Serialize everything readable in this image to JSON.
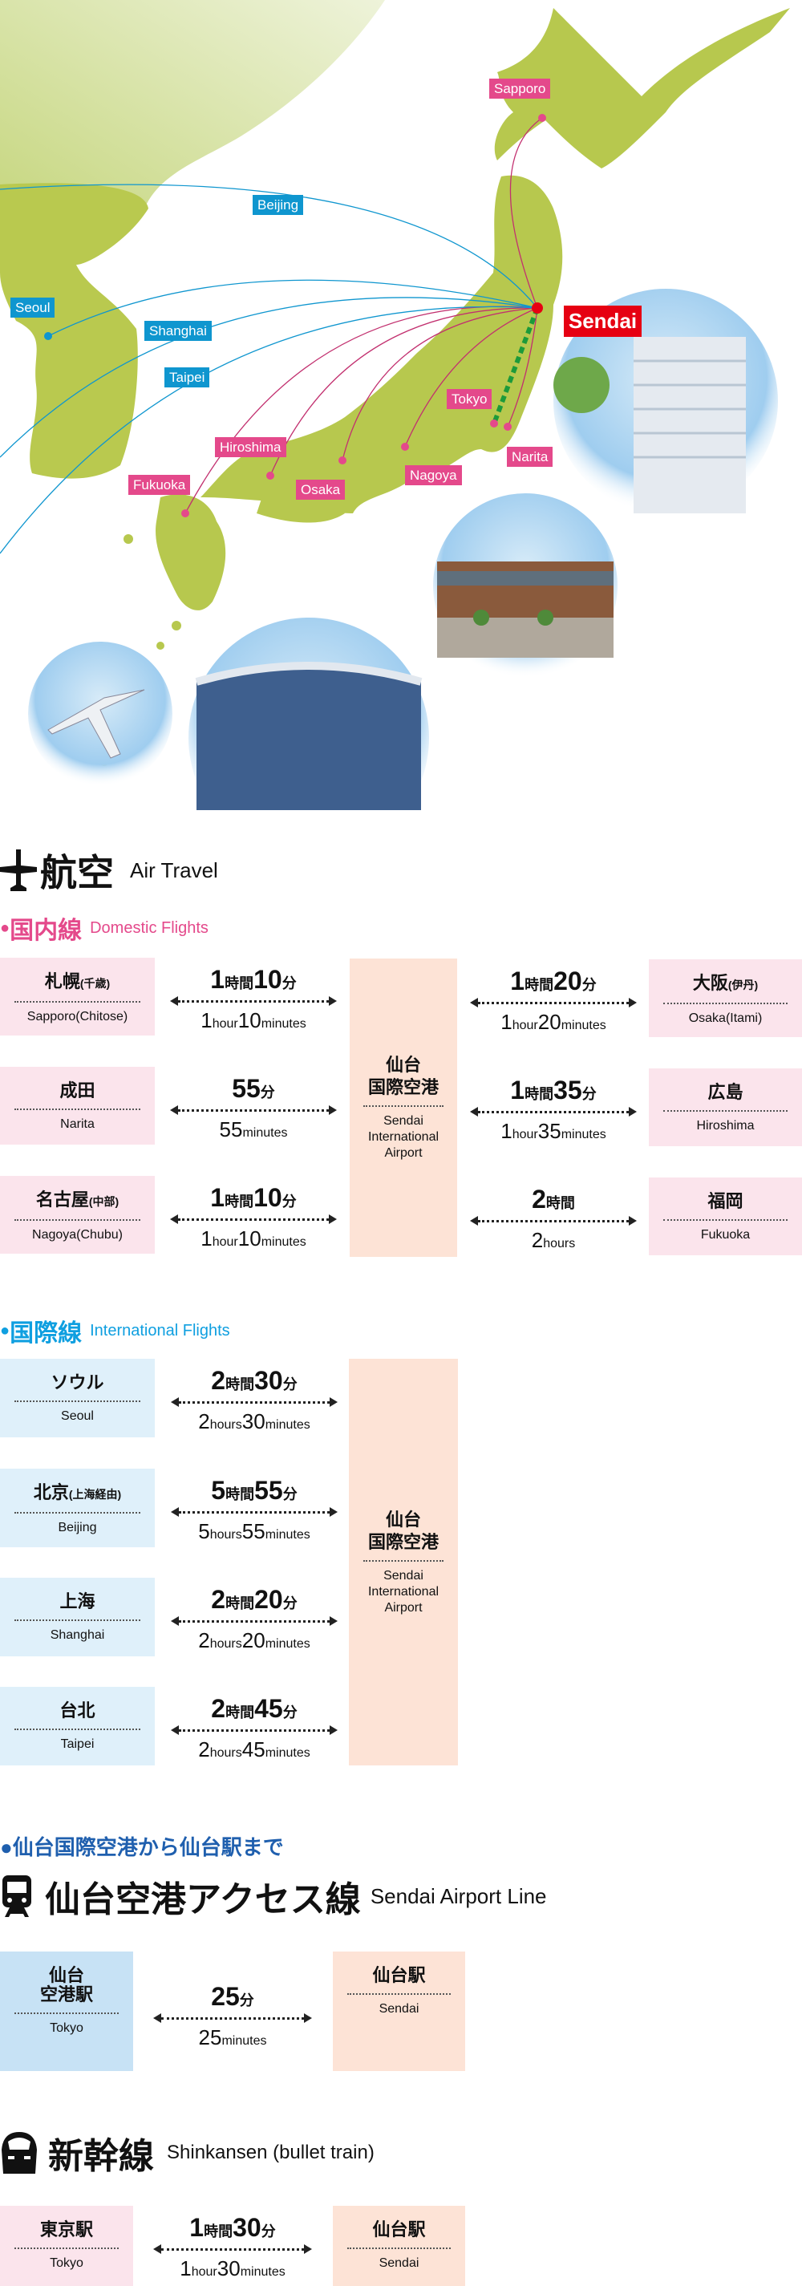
{
  "map": {
    "hub_label": "Sendai",
    "cities": {
      "sapporo": "Sapporo",
      "tokyo": "Tokyo",
      "narita": "Narita",
      "nagoya": "Nagoya",
      "osaka": "Osaka",
      "hiroshima": "Hiroshima",
      "fukuoka": "Fukuoka",
      "beijing": "Beijing",
      "seoul": "Seoul",
      "shanghai": "Shanghai",
      "taipei": "Taipei"
    },
    "colors": {
      "domestic": "#e4498b",
      "international": "#0f96cf",
      "land": "#b7c84e",
      "hub": "#e60012"
    }
  },
  "air": {
    "title_ja": "航空",
    "title_en": "Air Travel"
  },
  "domestic": {
    "title_ja": "国内線",
    "title_en": "Domestic Flights",
    "hub": {
      "ja1": "仙台",
      "ja2": "国際空港",
      "en": "Sendai International Airport"
    },
    "left": [
      {
        "ja": "札幌",
        "ja_sub": "(千歳)",
        "en": "Sapporo(Chitose)",
        "ja_dur": [
          [
            "1",
            "時間"
          ],
          [
            "10",
            "分"
          ]
        ],
        "en_dur": [
          [
            "1",
            "hour"
          ],
          [
            "10",
            "minutes"
          ]
        ]
      },
      {
        "ja": "成田",
        "ja_sub": "",
        "en": "Narita",
        "ja_dur": [
          [
            "55",
            "分"
          ]
        ],
        "en_dur": [
          [
            "55",
            "minutes"
          ]
        ]
      },
      {
        "ja": "名古屋",
        "ja_sub": "(中部)",
        "en": "Nagoya(Chubu)",
        "ja_dur": [
          [
            "1",
            "時間"
          ],
          [
            "10",
            "分"
          ]
        ],
        "en_dur": [
          [
            "1",
            "hour"
          ],
          [
            "10",
            "minutes"
          ]
        ]
      }
    ],
    "right": [
      {
        "ja": "大阪",
        "ja_sub": "(伊丹)",
        "en": "Osaka(Itami)",
        "ja_dur": [
          [
            "1",
            "時間"
          ],
          [
            "20",
            "分"
          ]
        ],
        "en_dur": [
          [
            "1",
            "hour"
          ],
          [
            "20",
            "minutes"
          ]
        ]
      },
      {
        "ja": "広島",
        "ja_sub": "",
        "en": "Hiroshima",
        "ja_dur": [
          [
            "1",
            "時間"
          ],
          [
            "35",
            "分"
          ]
        ],
        "en_dur": [
          [
            "1",
            "hour"
          ],
          [
            "35",
            "minutes"
          ]
        ]
      },
      {
        "ja": "福岡",
        "ja_sub": "",
        "en": "Fukuoka",
        "ja_dur": [
          [
            "2",
            "時間"
          ]
        ],
        "en_dur": [
          [
            "2",
            "hours"
          ]
        ]
      }
    ]
  },
  "international": {
    "title_ja": "国際線",
    "title_en": "International Flights",
    "hub": {
      "ja1": "仙台",
      "ja2": "国際空港",
      "en": "Sendai International Airport"
    },
    "rows": [
      {
        "ja": "ソウル",
        "ja_sub": "",
        "en": "Seoul",
        "ja_dur": [
          [
            "2",
            "時間"
          ],
          [
            "30",
            "分"
          ]
        ],
        "en_dur": [
          [
            "2",
            "hours"
          ],
          [
            "30",
            "minutes"
          ]
        ]
      },
      {
        "ja": "北京",
        "ja_sub": "(上海経由)",
        "en": "Beijing",
        "ja_dur": [
          [
            "5",
            "時間"
          ],
          [
            "55",
            "分"
          ]
        ],
        "en_dur": [
          [
            "5",
            "hours"
          ],
          [
            "55",
            "minutes"
          ]
        ]
      },
      {
        "ja": "上海",
        "ja_sub": "",
        "en": "Shanghai",
        "ja_dur": [
          [
            "2",
            "時間"
          ],
          [
            "20",
            "分"
          ]
        ],
        "en_dur": [
          [
            "2",
            "hours"
          ],
          [
            "20",
            "minutes"
          ]
        ]
      },
      {
        "ja": "台北",
        "ja_sub": "",
        "en": "Taipei",
        "ja_dur": [
          [
            "2",
            "時間"
          ],
          [
            "45",
            "分"
          ]
        ],
        "en_dur": [
          [
            "2",
            "hours"
          ],
          [
            "45",
            "minutes"
          ]
        ]
      }
    ]
  },
  "access": {
    "subtitle": "●仙台国際空港から仙台駅まで",
    "title_ja": "仙台空港アクセス線",
    "title_en": "Sendai Airport Line",
    "from": {
      "ja": "仙台\n空港駅",
      "en": "Tokyo"
    },
    "to": {
      "ja": "仙台駅",
      "en": "Sendai"
    },
    "ja_dur": [
      [
        "25",
        "分"
      ]
    ],
    "en_dur": [
      [
        "25",
        "minutes"
      ]
    ]
  },
  "shinkansen": {
    "title_ja": "新幹線",
    "title_en": "Shinkansen (bullet train)",
    "from": {
      "ja": "東京駅",
      "en": "Tokyo"
    },
    "to": {
      "ja": "仙台駅",
      "en": "Sendai"
    },
    "ja_dur": [
      [
        "1",
        "時間"
      ],
      [
        "30",
        "分"
      ]
    ],
    "en_dur": [
      [
        "1",
        "hour"
      ],
      [
        "30",
        "minutes"
      ]
    ]
  }
}
